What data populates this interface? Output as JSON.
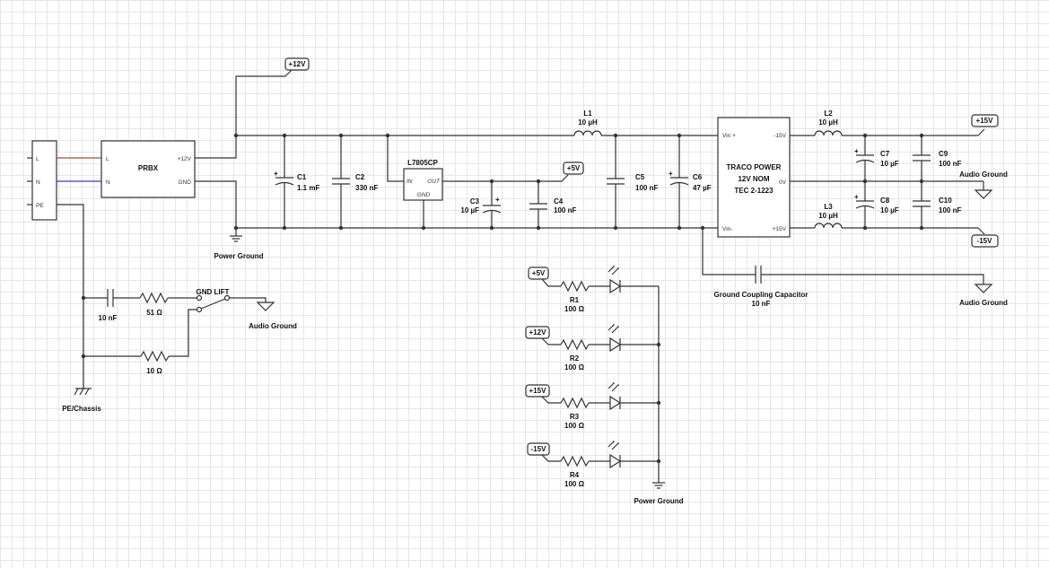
{
  "labels": {
    "psu": "PRBX",
    "psu_l": "L",
    "psu_n": "N",
    "psu_p12": "+12V",
    "psu_gnd": "GND",
    "mains_l": "L",
    "mains_n": "N",
    "mains_pe": "PE",
    "reg": "L7805CP",
    "reg_in": "IN",
    "reg_out": "OUT",
    "reg_gnd": "GND",
    "traco_line1": "TRACO POWER",
    "traco_line2": "12V NOM",
    "traco_line3": "TEC 2-1223",
    "traco_vinp": "Vin +",
    "traco_vinm": "Vin-",
    "traco_m15": "-15V",
    "traco_0v": "0V",
    "traco_p15": "+15V",
    "power_ground": "Power Ground",
    "audio_ground": "Audio Ground",
    "pe_chassis": "PE/Chassis",
    "gnd_lift": "GND LIFT",
    "ground_coupling": "Ground Coupling Capacitor",
    "ground_coupling_val": "10 nF",
    "plus": "+"
  },
  "components": {
    "c1": {
      "name": "C1",
      "value": "1.1 mF"
    },
    "c2": {
      "name": "C2",
      "value": "330 nF"
    },
    "c3": {
      "name": "C3",
      "value": "10 µF"
    },
    "c4": {
      "name": "C4",
      "value": "100 nF"
    },
    "c5": {
      "name": "C5",
      "value": "100 nF"
    },
    "c6": {
      "name": "C6",
      "value": "47 µF"
    },
    "c7": {
      "name": "C7",
      "value": "10 µF"
    },
    "c8": {
      "name": "C8",
      "value": "10 µF"
    },
    "c9": {
      "name": "C9",
      "value": "100 nF"
    },
    "c10": {
      "name": "C10",
      "value": "100 nF"
    },
    "l1": {
      "name": "L1",
      "value": "10 µH"
    },
    "l2": {
      "name": "L2",
      "value": "10 µH"
    },
    "l3": {
      "name": "L3",
      "value": "10 µH"
    },
    "r1": {
      "name": "R1",
      "value": "100 Ω"
    },
    "r2": {
      "name": "R2",
      "value": "100 Ω"
    },
    "r3": {
      "name": "R3",
      "value": "100 Ω"
    },
    "r4": {
      "name": "R4",
      "value": "100 Ω"
    },
    "lift_c": {
      "value": "10 nF"
    },
    "lift_r1": {
      "value": "51 Ω"
    },
    "lift_r2": {
      "value": "10 Ω"
    }
  },
  "flags": {
    "p12_top": "+12V",
    "p5": "+5V",
    "p15": "+15V",
    "m15": "-15V",
    "led1": "+5V",
    "led2": "+12V",
    "led3": "+15V",
    "led4": "-15V"
  },
  "colors": {
    "wire": "#333333",
    "live_wire": "#a0522d",
    "neutral_wire": "#3a3ad0",
    "grid": "#e6e6e6"
  }
}
